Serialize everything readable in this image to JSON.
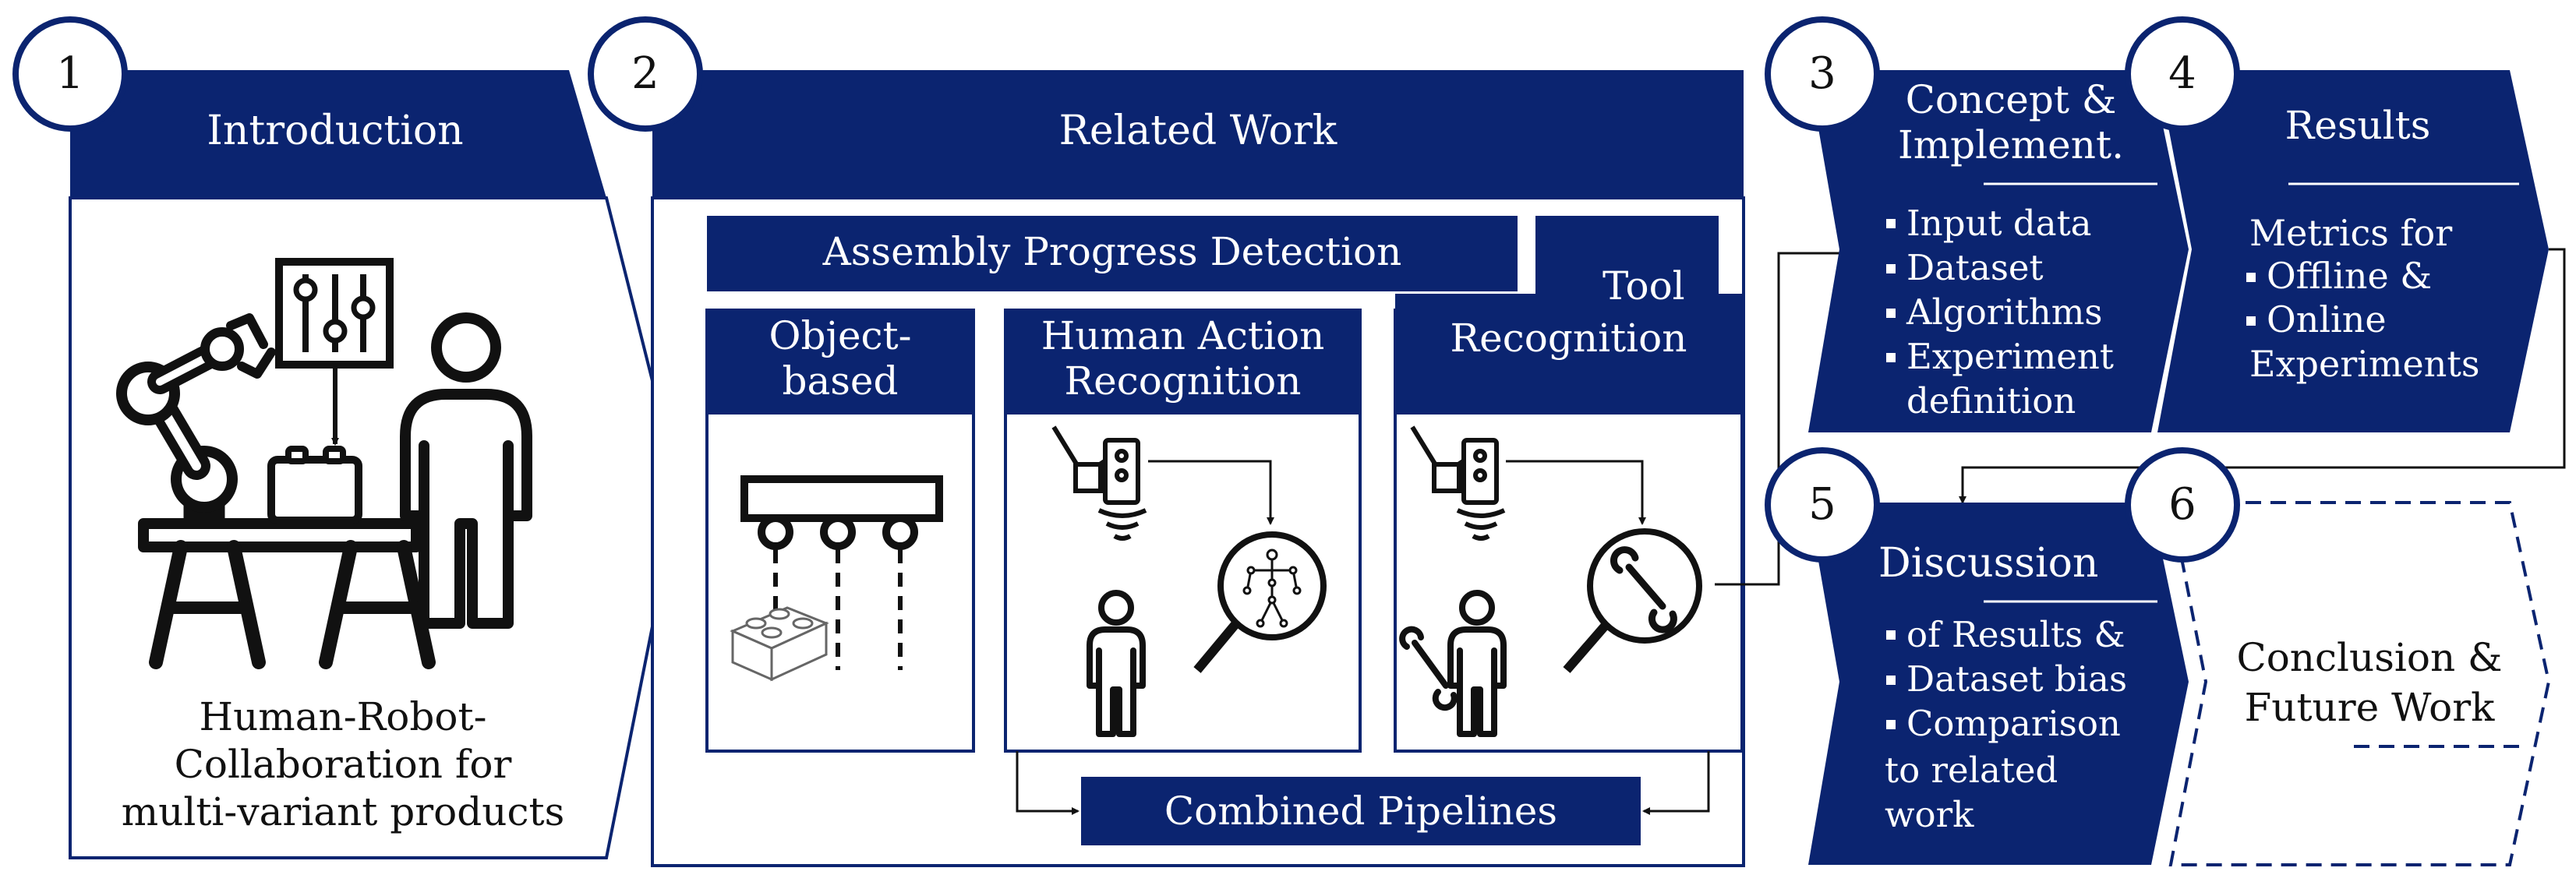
{
  "colors": {
    "navy": "#0b2470",
    "white": "#ffffff",
    "ink": "#111111"
  },
  "steps": {
    "s1": {
      "number": "1",
      "title": "Introduction",
      "caption": [
        "Human-Robot-",
        "Collaboration for",
        "multi-variant products"
      ]
    },
    "s2": {
      "number": "2",
      "title": "Related Work",
      "apd": "Assembly Progress Detection",
      "object_based": [
        "Object-",
        "based"
      ],
      "har": [
        "Human Action",
        "Recognition"
      ],
      "tool": [
        "Tool",
        "Recognition"
      ],
      "combined": "Combined Pipelines"
    },
    "s3": {
      "number": "3",
      "title": [
        "Concept &",
        "Implement."
      ],
      "items": [
        "Input data",
        "Dataset",
        "Algorithms",
        "Experiment",
        "definition"
      ]
    },
    "s4": {
      "number": "4",
      "title": "Results",
      "lead": "Metrics for",
      "items": [
        "Offline &",
        "Online",
        "Experiments"
      ]
    },
    "s5": {
      "number": "5",
      "title": "Discussion",
      "items": [
        "of Results &",
        "Dataset bias",
        "Comparison",
        "to related",
        "work"
      ]
    },
    "s6": {
      "number": "6",
      "title": [
        "Conclusion &",
        "Future Work"
      ]
    }
  },
  "icons": [
    "number-circle-icon",
    "robot-arm-icon",
    "control-panel-icon",
    "workpiece-icon",
    "worker-icon",
    "workbench-icon",
    "overhead-camera-icon",
    "lego-brick-icon",
    "depth-camera-icon",
    "person-icon",
    "skeleton-magnifier-icon",
    "wrench-magnifier-icon",
    "wrench-icon",
    "arrow-icon"
  ]
}
